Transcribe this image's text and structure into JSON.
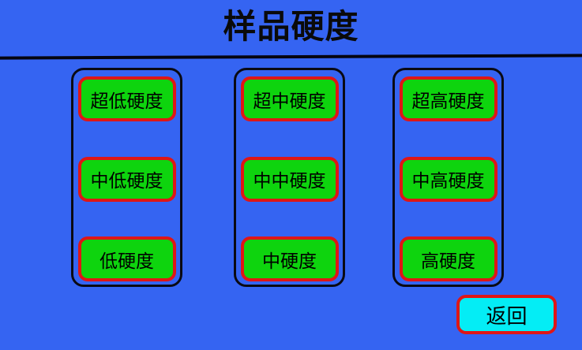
{
  "title": "样品硬度",
  "columns": [
    {
      "name": "low-hardness-group",
      "buttons": [
        "超低硬度",
        "中低硬度",
        "低硬度"
      ]
    },
    {
      "name": "medium-hardness-group",
      "buttons": [
        "超中硬度",
        "中中硬度",
        "中硬度"
      ]
    },
    {
      "name": "high-hardness-group",
      "buttons": [
        "超高硬度",
        "中高硬度",
        "高硬度"
      ]
    }
  ],
  "back_button": {
    "label": "返回"
  },
  "colors": {
    "background_blue": "#3564F2",
    "button_green": "#0ED40E",
    "button_border_red": "#DF1616",
    "back_button_cyan": "#04EDF5",
    "panel_border_black": "#0A0A14",
    "text_black": "#000000"
  }
}
